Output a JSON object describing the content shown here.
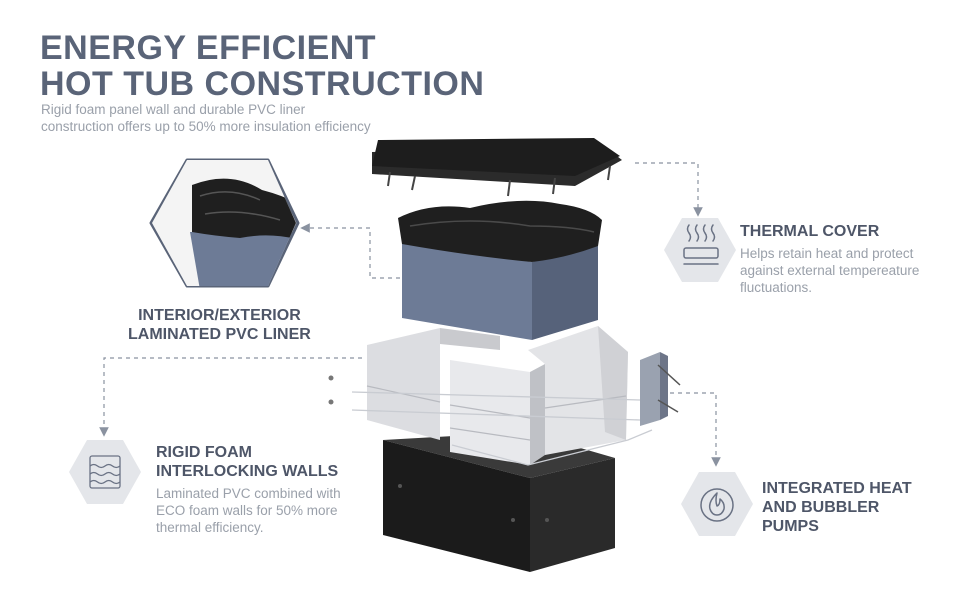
{
  "header": {
    "title_line1": "ENERGY EFFICIENT",
    "title_line2": "HOT TUB CONSTRUCTION",
    "subtitle": "Rigid foam panel wall and durable PVC liner construction offers up to 50% more insulation efficiency"
  },
  "features": {
    "liner": {
      "title_line1": "INTERIOR/EXTERIOR",
      "title_line2": "LAMINATED PVC LINER"
    },
    "cover": {
      "title": "THERMAL COVER",
      "description": "Helps retain heat and protect against external tempereature fluctuations.",
      "icon": "heat-waves-icon"
    },
    "walls": {
      "title_line1": "RIGID FOAM",
      "title_line2": "INTERLOCKING WALLS",
      "description": "Laminated PVC combined with ECO foam walls for 50% more thermal efficiency.",
      "icon": "foam-layers-icon"
    },
    "pumps": {
      "title_line1": "INTEGRATED HEAT",
      "title_line2": "AND BUBBLER",
      "title_line3": "PUMPS",
      "icon": "flame-icon"
    }
  },
  "colors": {
    "heading": "#5a6478",
    "body_text": "#9aa0aa",
    "hex_badge": "#e4e6ea",
    "icon_stroke": "#6a7284",
    "liner_blue": "#6d7b96",
    "cover_black": "#222222",
    "base_black": "#1e1e1e",
    "foam_white": "#e6e7ea",
    "dashed_line": "#8a92a0"
  }
}
